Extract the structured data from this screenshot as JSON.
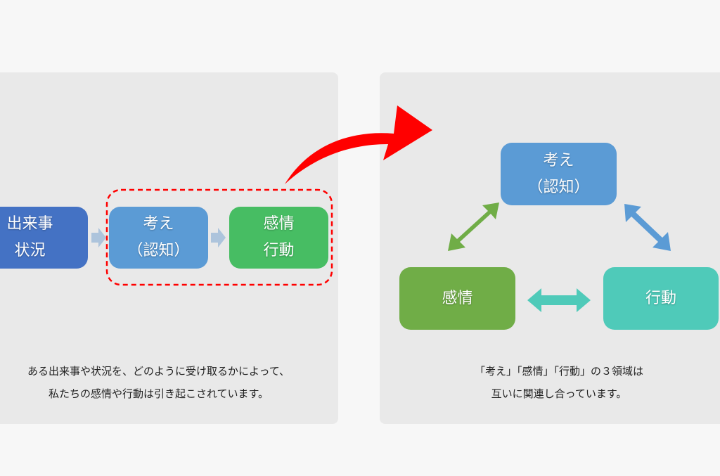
{
  "left": {
    "event_box": {
      "line1": "出来事",
      "line2": "状況"
    },
    "thought_box": {
      "line1": "考え",
      "line2": "（認知）"
    },
    "emotion_box": {
      "line1": "感情",
      "line2": "行動"
    },
    "caption": {
      "line1": "ある出来事や状況を、どのように受け取るかによって、",
      "line2": "私たちの感情や行動は引き起こされています。"
    }
  },
  "right": {
    "thought_box": {
      "line1": "考え",
      "line2": "（認知）"
    },
    "emotion_box": {
      "label": "感情"
    },
    "behavior_box": {
      "label": "行動"
    },
    "caption": {
      "line1": "「考え」「感情」「行動」の３領域は",
      "line2": "互いに関連し合っています。"
    }
  },
  "colors": {
    "event": "#4472c4",
    "thought": "#5b9bd5",
    "emotion_left": "#47bd63",
    "emotion_right": "#70ad47",
    "behavior": "#4fcab9",
    "highlight": "#ff0000"
  }
}
